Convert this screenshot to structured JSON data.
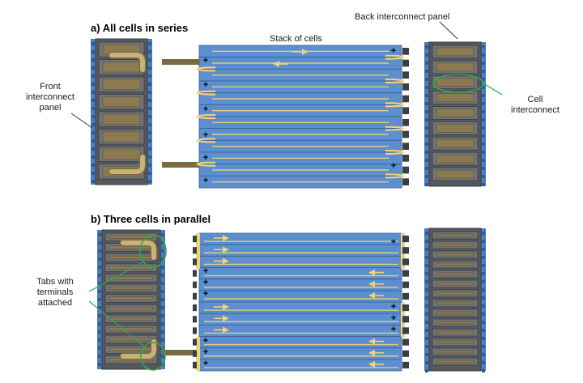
{
  "section_a": {
    "title": "a) All cells in series",
    "stack_label": "Stack of cells",
    "back_panel_label": "Back interconnect panel",
    "front_panel_label": [
      "Front",
      "interconnect",
      "panel"
    ],
    "cell_interconnect_label": [
      "Cell",
      "interconnect"
    ]
  },
  "section_b": {
    "title": "b) Three cells in parallel",
    "tabs_label": [
      "Tabs with",
      "terminals",
      "attached"
    ]
  },
  "terminal_symbol": "+",
  "colors": {
    "cell_blue": "#5b8fd0",
    "cell_border": "#3c5f8f",
    "interconnect_yellow": "#f2d27a",
    "panel_dark": "#55595e",
    "tab_brown": "#8c7a52",
    "highlight_green": "#2eaa4a"
  }
}
